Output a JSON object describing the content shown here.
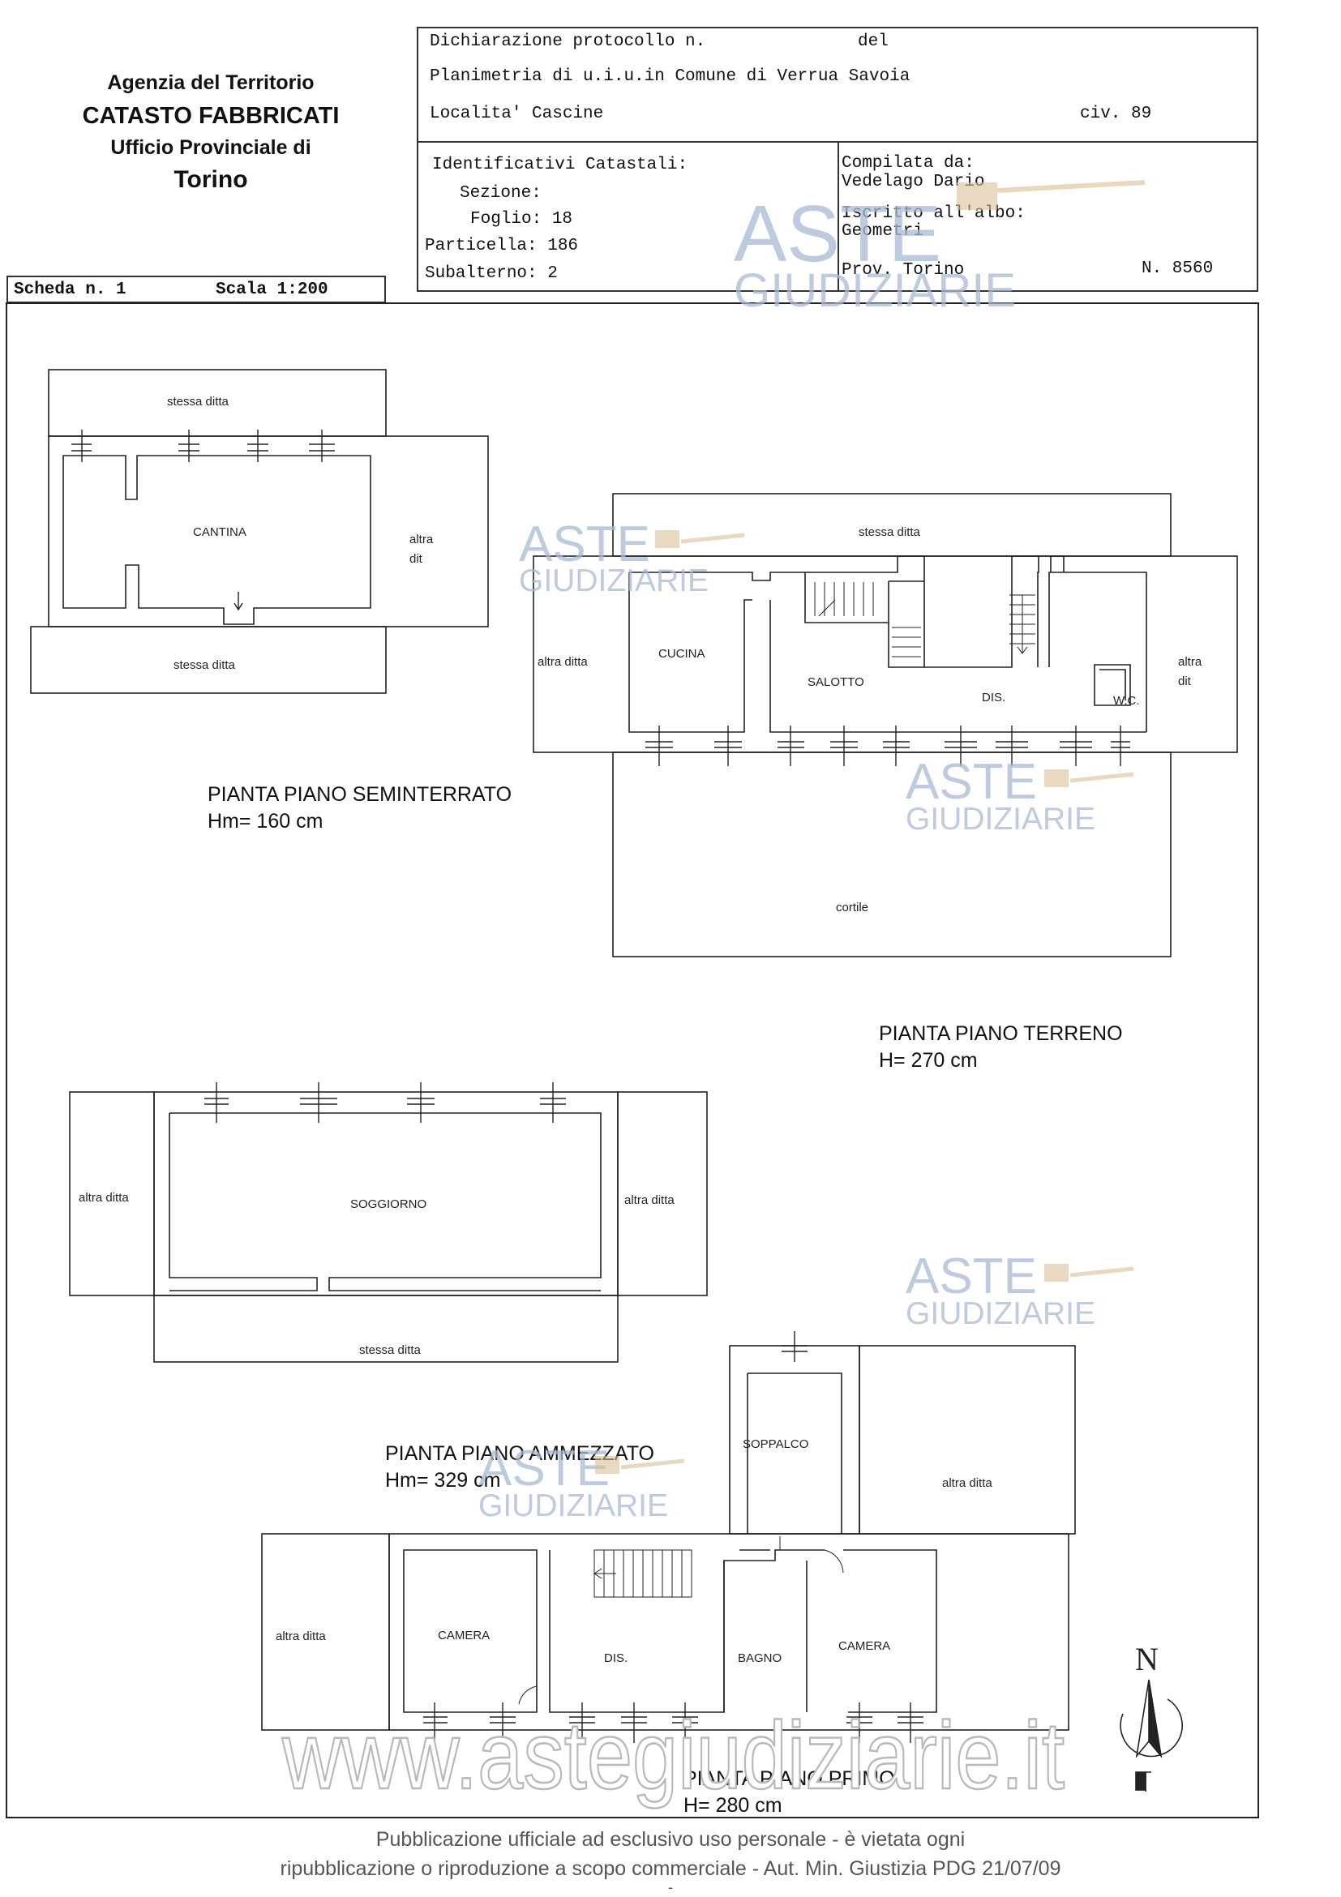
{
  "header": {
    "agency_line1": "Agenzia del Territorio",
    "agency_line2": "CATASTO FABBRICATI",
    "agency_line3": "Ufficio Provinciale di",
    "agency_line4": "Torino",
    "dichiarazione": "Dichiarazione protocollo n.",
    "del": "del",
    "planimetria": "Planimetria di u.i.u.in Comune di Verrua Savoia",
    "localita": "Localita' Cascine",
    "civ": "civ. 89",
    "identificativi": "Identificativi Catastali:",
    "sezione": "Sezione:",
    "foglio": "Foglio: 18",
    "particella": "Particella: 186",
    "subalterno": "Subalterno: 2",
    "compilata": "Compilata da:",
    "compilatore": "Vedelago Dario",
    "iscritto": "Iscritto all'albo:",
    "albo": "Geometri",
    "prov": "Prov. Torino",
    "numero": "N.  8560",
    "scheda": "Scheda n. 1",
    "scala": "Scala 1:200"
  },
  "rooms": {
    "stessa_ditta": "stessa ditta",
    "altra_ditta": "altra ditta",
    "altra": "altra",
    "dit": "dit",
    "dit_short": "dit",
    "cantina": "CANTINA",
    "cucina": "CUCINA",
    "salotto": "SALOTTO",
    "dis": "DIS.",
    "wc": "W.C.",
    "cortile": "cortile",
    "soggiorno": "SOGGIORNO",
    "soppalco": "SOPPALCO",
    "camera": "CAMERA",
    "bagno": "BAGNO"
  },
  "plans": {
    "seminterrato_title": "PIANTA PIANO SEMINTERRATO",
    "seminterrato_h": "Hm= 160 cm",
    "terreno_title": "PIANTA PIANO TERRENO",
    "terreno_h": "H= 270 cm",
    "ammezzato_title": "PIANTA PIANO AMMEZZATO",
    "ammezzato_h": "Hm= 329 cm",
    "primo_title": "PIANTA PIANO PRIMO",
    "primo_h": "H= 280 cm"
  },
  "compass": {
    "label": "N"
  },
  "watermark": {
    "aste": "ASTE",
    "giudiziarie": "GIUDIZIARIE",
    "url": "www.astegiudiziarie.it"
  },
  "footer": {
    "line1": "Pubblicazione ufficiale ad esclusivo uso personale - è vietata ogni",
    "line2": "ripubblicazione o riproduzione a scopo commerciale - Aut. Min. Giustizia PDG 21/07/09",
    "dash": "-"
  }
}
